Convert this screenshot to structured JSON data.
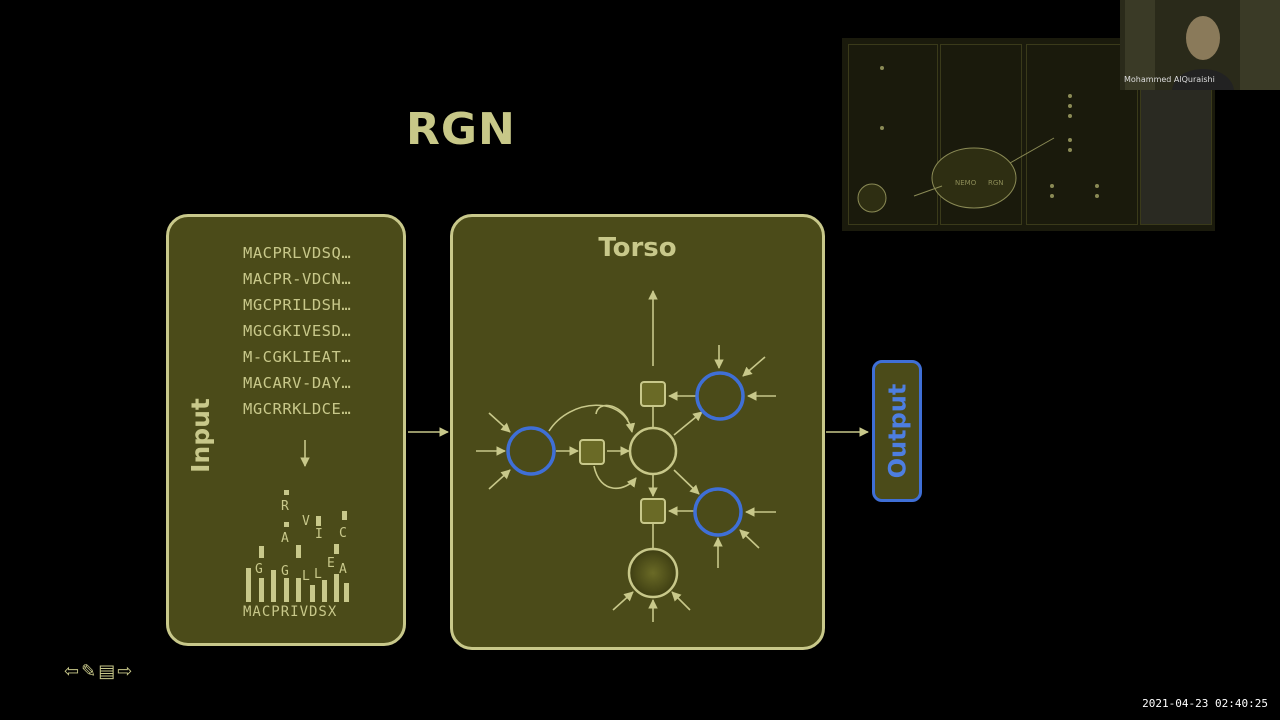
{
  "slide": {
    "title": "RGN",
    "input_label": "Input",
    "torso_label": "Torso",
    "output_label": "Output",
    "sequences": [
      "MACPRLVDSQ…",
      "MACPR-VDCN…",
      "MGCPRILDSH…",
      "MGCGKIVESD…",
      "M-CGKLIEAT…",
      "MACARV-DAY…",
      "MGCRRKLDCE…"
    ],
    "profile_bottom": "MACPRIVDSX",
    "profile_letters": [
      "G",
      "R",
      "A",
      "G",
      "V",
      "I",
      "L",
      "L",
      "E",
      "C",
      "A"
    ]
  },
  "video": {
    "speaker_name": "Mohammed AlQuraishi",
    "thumb_labels": [
      "NEMO",
      "RGN"
    ]
  },
  "nav_icons": [
    "arrow-left-icon",
    "pen-icon",
    "menu-icon",
    "arrow-right-icon"
  ],
  "timestamp": "2021-04-23 02:40:25",
  "colors": {
    "background": "#000000",
    "box_fill": "#4b4b19",
    "box_stroke": "#c8c88a",
    "node_blue": "#3f6fd6"
  }
}
